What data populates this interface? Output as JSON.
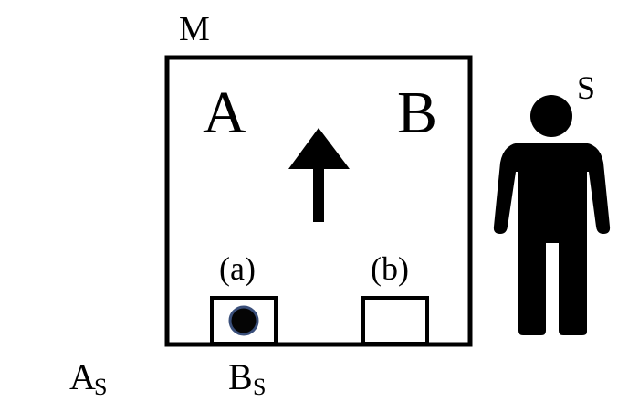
{
  "labels": {
    "m": "M",
    "a": "A",
    "b": "B",
    "s": "S",
    "slot_a": "(a)",
    "slot_b": "(b)",
    "as_main": "A",
    "as_sub": "S",
    "bs_main": "B",
    "bs_sub": "S"
  },
  "icons": {
    "arrow": "up-arrow-icon",
    "person": "person-icon",
    "ball": "ball-icon"
  },
  "colors": {
    "stroke": "#000000",
    "ball_fill": "#050505",
    "ball_ring": "#3a4f7a"
  }
}
